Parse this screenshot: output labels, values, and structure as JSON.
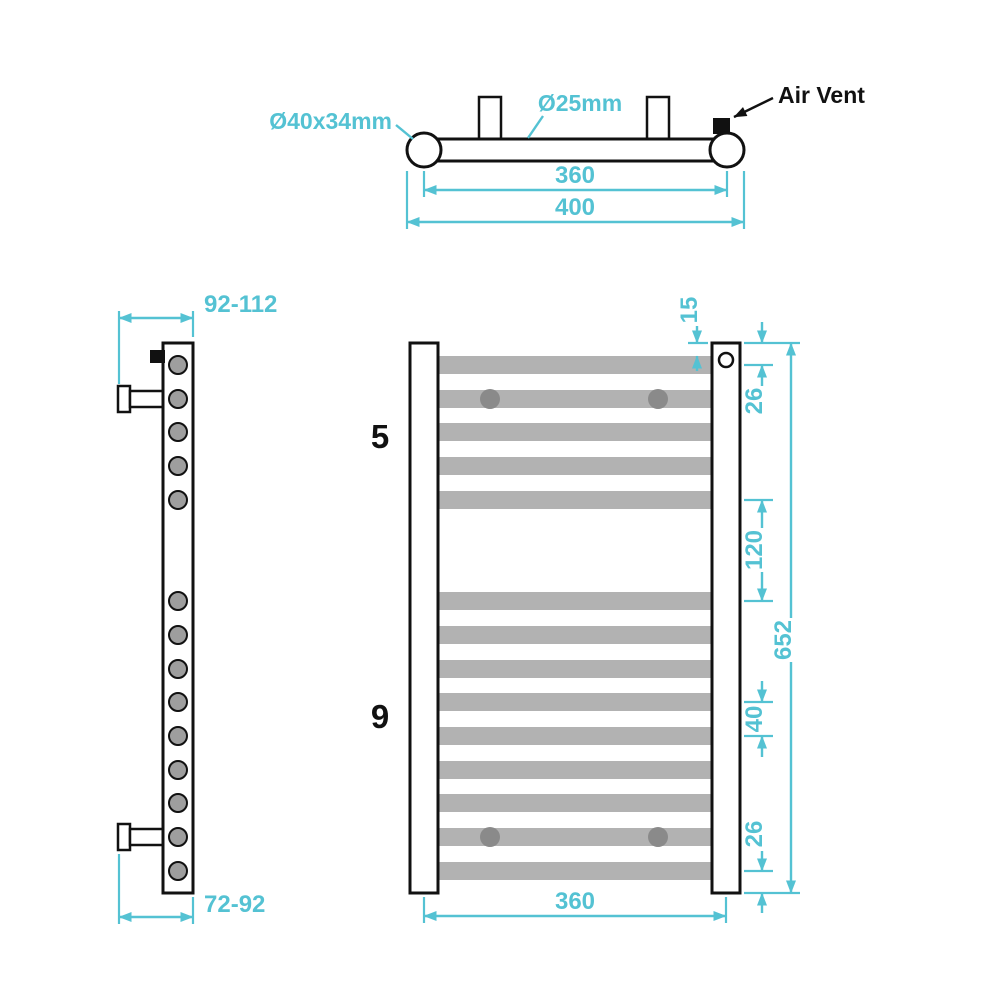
{
  "colors": {
    "dimension": "#54c2d3",
    "outline": "#111111",
    "bar_fill": "#b2b2b2",
    "mount_fill": "#8a8a8a",
    "side_circle_fill": "#9e9e9e"
  },
  "top_view": {
    "fitting_label": "Ø40x34mm",
    "tube_label": "Ø25mm",
    "air_vent_label": "Air Vent",
    "centers_width": "360",
    "overall_width": "400"
  },
  "side_view": {
    "top_wall_distance": "92-112",
    "bottom_wall_distance": "72-92"
  },
  "front_view": {
    "upper_bar_count": "5",
    "lower_bar_count": "9",
    "top_gap": "15",
    "top_to_first_bar": "26",
    "middle_gap": "120",
    "overall_height": "652",
    "bar_pitch": "40",
    "bottom_to_last_bar": "26",
    "tube_centers_width": "360"
  }
}
